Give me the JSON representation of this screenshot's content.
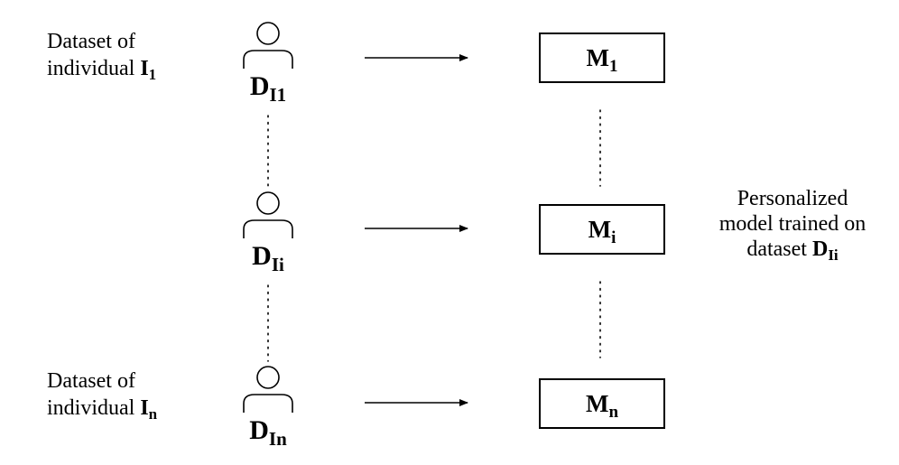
{
  "rows": [
    {
      "label_line1": "Dataset of",
      "label_line2": "individual",
      "individual": "I",
      "individual_sub": "1",
      "dataset": "D",
      "dataset_sub": "I1",
      "model": "M",
      "model_sub": "1"
    },
    {
      "label_line1": "",
      "label_line2": "",
      "individual": "",
      "individual_sub": "",
      "dataset": "D",
      "dataset_sub": "Ii",
      "model": "M",
      "model_sub": "i"
    },
    {
      "label_line1": "Dataset of",
      "label_line2": "individual",
      "individual": "I",
      "individual_sub": "n",
      "dataset": "D",
      "dataset_sub": "In",
      "model": "M",
      "model_sub": "n"
    }
  ],
  "annotation": {
    "line1": "Personalized",
    "line2": "model trained on",
    "line3": "dataset",
    "dataset": "D",
    "dataset_sub": "Ii"
  },
  "colors": {
    "stroke": "#000000",
    "background": "#ffffff"
  }
}
